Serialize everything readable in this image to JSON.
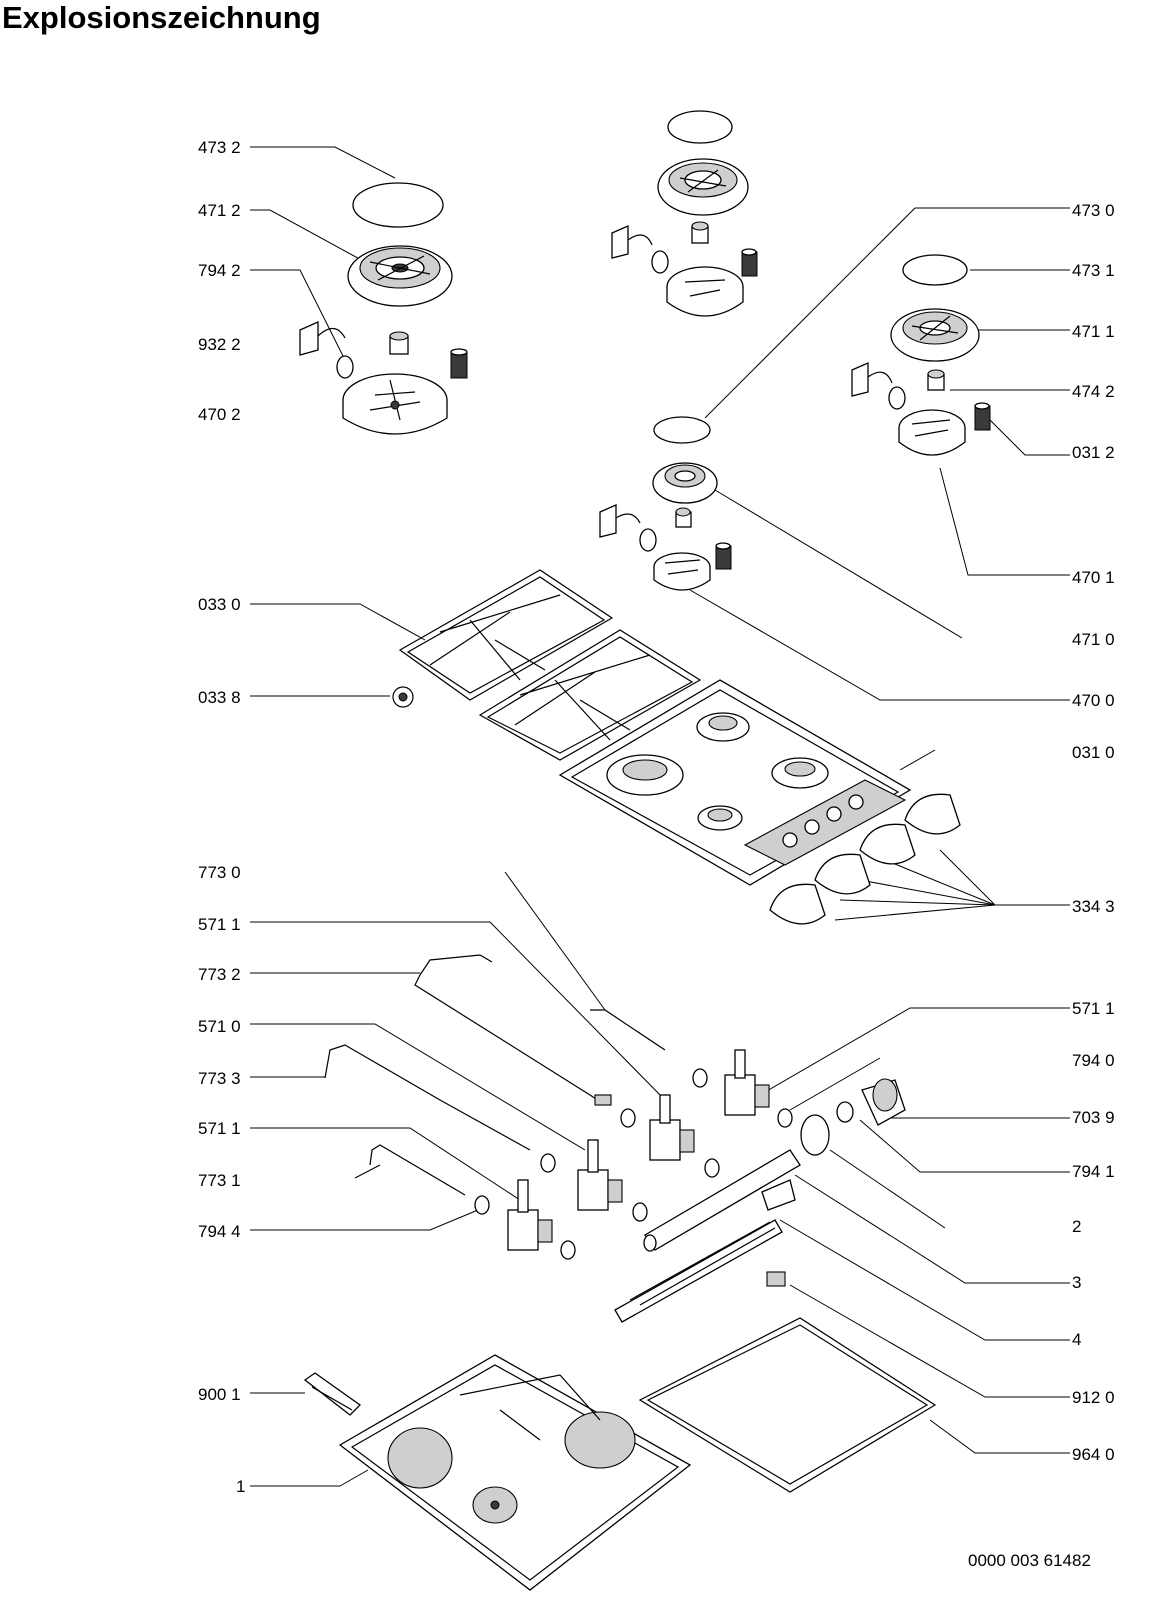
{
  "title": "Explosionszeichnung",
  "reference_number": "0000 003 61482",
  "labels_left": [
    "473 2",
    "471 2",
    "794 2",
    "932 2",
    "470 2",
    "033 0",
    "033 8",
    "773 0",
    "571 1",
    "773 2",
    "571 0",
    "773 3",
    "571 1",
    "773 1",
    "794 4",
    "900 1",
    "1"
  ],
  "labels_right": [
    "473 0",
    "473 1",
    "471 1",
    "474 2",
    "031 2",
    "470 1",
    "471 0",
    "470 0",
    "031 0",
    "334 3",
    "571 1",
    "794 0",
    "703 9",
    "794 1",
    "2",
    "3",
    "4",
    "912 0",
    "964 0"
  ]
}
